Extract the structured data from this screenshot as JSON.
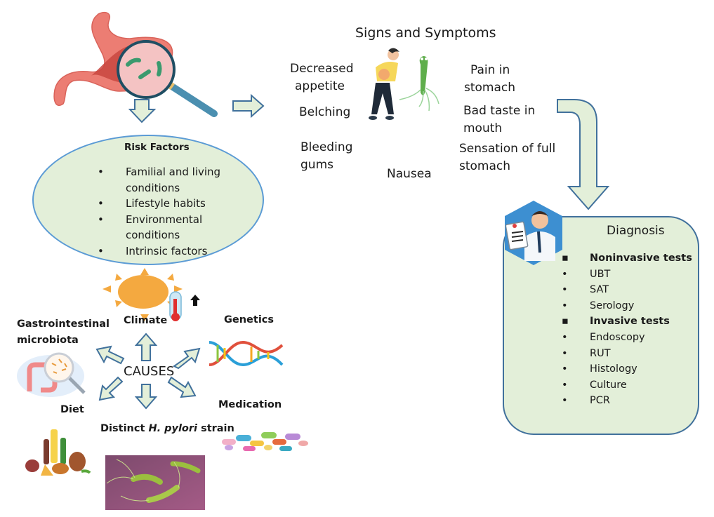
{
  "title": "Signs and Symptoms",
  "symptoms": {
    "left": [
      "Decreased appetite",
      "Belching",
      "Bleeding gums"
    ],
    "bottom": "Nausea",
    "right": [
      "Pain in stomach",
      "Bad taste in mouth",
      "Sensation of full stomach"
    ],
    "line_breaks": {
      "decreased": [
        "Decreased",
        "appetite"
      ],
      "bleeding": [
        "Bleeding",
        "gums"
      ],
      "pain": [
        "Pain in",
        "stomach"
      ],
      "badtaste": [
        "Bad taste in",
        "mouth"
      ],
      "fullstomach": [
        "Sensation of full",
        "stomach"
      ]
    }
  },
  "risk_factors": {
    "heading": "Risk Factors",
    "bullet": "•",
    "items": [
      [
        "Familial and living",
        "conditions"
      ],
      [
        "Lifestyle habits"
      ],
      [
        "Environmental",
        "conditions"
      ],
      [
        "Intrinsic factors"
      ]
    ]
  },
  "causes": {
    "center": "CAUSES",
    "climate": "Climate",
    "genetics": "Genetics",
    "microbiota": [
      "Gastrointestinal",
      "microbiota"
    ],
    "diet": "Diet",
    "medication": "Medication",
    "strain_prefix": "Distinct ",
    "strain_italic": "H. pylori",
    "strain_suffix": " strain"
  },
  "diagnosis": {
    "heading": "Diagnosis",
    "square_bullet": "▪",
    "round_bullet": "•",
    "groups": [
      {
        "label": "Noninvasive tests",
        "items": [
          "UBT",
          "SAT",
          "Serology"
        ]
      },
      {
        "label": "Invasive tests",
        "items": [
          "Endoscopy",
          "RUT",
          "Histology",
          "Culture",
          "PCR"
        ]
      }
    ]
  },
  "colors": {
    "arrow_fill": "#e3efd9",
    "arrow_stroke": "#41719c",
    "ellipse_border": "#5b9bd5",
    "sun": "#f4a940",
    "bacteria_green": "#5fae4c"
  }
}
